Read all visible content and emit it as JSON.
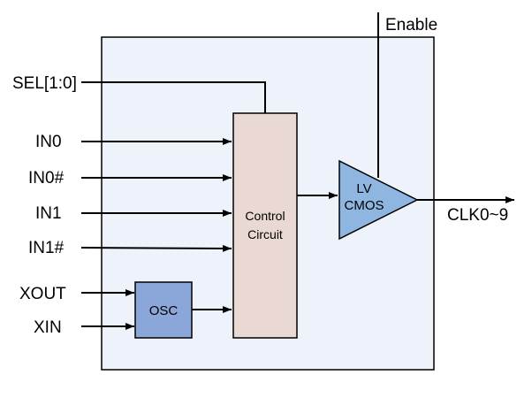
{
  "inputs": {
    "sel": "SEL[1:0]",
    "in0": "IN0",
    "in0n": "IN0#",
    "in1": "IN1",
    "in1n": "IN1#",
    "xout": "XOUT",
    "xin": "XIN"
  },
  "blocks": {
    "control_line1": "Control",
    "control_line2": "Circuit",
    "osc": "OSC",
    "buffer_line1": "LV",
    "buffer_line2": "CMOS"
  },
  "outputs": {
    "enable": "Enable",
    "clk": "CLK0~9"
  },
  "colors": {
    "chip_fill": "#eef2fa",
    "control_fill": "#ead9d2",
    "osc_fill": "#8ba6d8",
    "buffer_fill": "#8fb6e0",
    "wire": "#000000"
  }
}
